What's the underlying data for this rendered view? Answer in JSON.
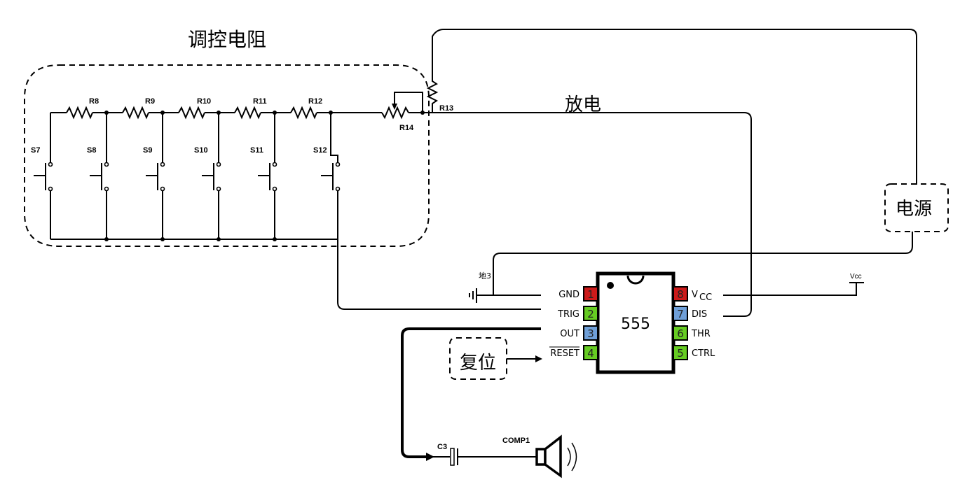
{
  "labels": {
    "resistor_group": "调控电阻",
    "discharge": "放电",
    "power": "电源",
    "reset": "复位",
    "ground": "地3",
    "vcc": "Vcc"
  },
  "resistors": [
    "R8",
    "R9",
    "R10",
    "R11",
    "R12"
  ],
  "pot": "R14",
  "r13": "R13",
  "switches": [
    "S7",
    "S8",
    "S9",
    "S10",
    "S11",
    "S12"
  ],
  "capacitor": "C3",
  "speaker": "COMP1",
  "chip": {
    "name": "555",
    "left_pins": [
      {
        "num": "1",
        "label": "GND",
        "color": "#cc1a1a"
      },
      {
        "num": "2",
        "label": "TRIG",
        "color": "#66cc22"
      },
      {
        "num": "3",
        "label": "OUT",
        "color": "#6f9fd8"
      },
      {
        "num": "4",
        "label": "RESET",
        "color": "#66cc22"
      }
    ],
    "right_pins": [
      {
        "num": "8",
        "label": "V",
        "sub": "CC",
        "color": "#cc1a1a"
      },
      {
        "num": "7",
        "label": "DIS",
        "color": "#6f9fd8"
      },
      {
        "num": "6",
        "label": "THR",
        "color": "#66cc22"
      },
      {
        "num": "5",
        "label": "CTRL",
        "color": "#66cc22"
      }
    ]
  }
}
